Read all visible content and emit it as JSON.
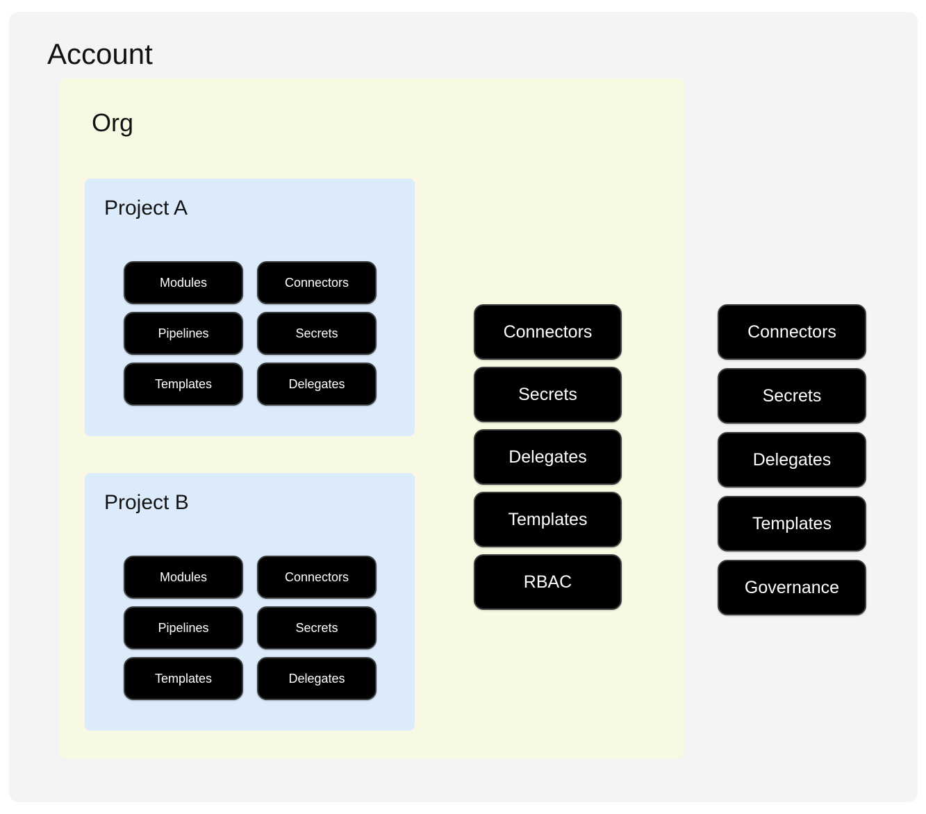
{
  "colors": {
    "page_bg": "#ffffff",
    "account_bg": "#f4f4f4",
    "org_bg": "#f7f9e3",
    "project_bg": "#dcebfc",
    "pill_bg": "#000000",
    "pill_border": "#3d3d3d",
    "pill_text": "#ffffff",
    "heading_text": "#121212"
  },
  "account": {
    "title": "Account",
    "org": {
      "title": "Org",
      "projects": [
        {
          "title": "Project A",
          "pills": [
            "Modules",
            "Connectors",
            "Pipelines",
            "Secrets",
            "Templates",
            "Delegates"
          ]
        },
        {
          "title": "Project B",
          "pills": [
            "Modules",
            "Connectors",
            "Pipelines",
            "Secrets",
            "Templates",
            "Delegates"
          ]
        }
      ],
      "pills": [
        "Connectors",
        "Secrets",
        "Delegates",
        "Templates",
        "RBAC"
      ]
    },
    "pills": [
      "Connectors",
      "Secrets",
      "Delegates",
      "Templates",
      "Governance"
    ]
  }
}
